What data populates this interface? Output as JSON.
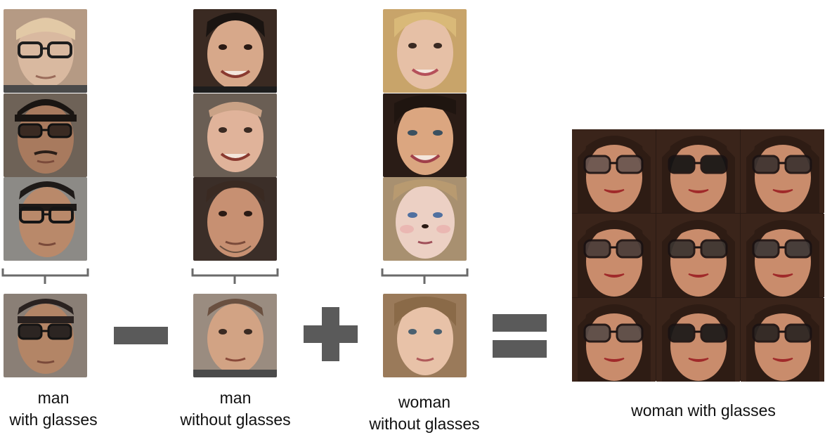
{
  "title": "",
  "groups": [
    {
      "id": "man-with-glasses",
      "caption_line1": "man",
      "caption_line2": "with glasses",
      "sample_faces": 3,
      "glasses": true,
      "gender": "man"
    },
    {
      "id": "man-without-glasses",
      "caption_line1": "man",
      "caption_line2": "without glasses",
      "sample_faces": 3,
      "glasses": false,
      "gender": "man"
    },
    {
      "id": "woman-without-glasses",
      "caption_line1": "woman",
      "caption_line2": "without glasses",
      "sample_faces": 3,
      "glasses": false,
      "gender": "woman"
    }
  ],
  "operators": [
    "minus",
    "plus",
    "equals"
  ],
  "result": {
    "caption": "woman with glasses",
    "grid_rows": 3,
    "grid_cols": 3
  },
  "colors": {
    "operator": "#5a5a5a",
    "brace": "#6a6a6a",
    "text": "#111111",
    "background": "#ffffff"
  }
}
